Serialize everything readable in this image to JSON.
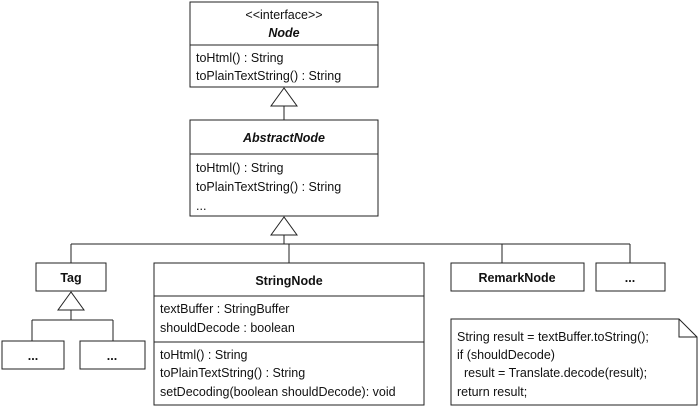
{
  "node": {
    "stereotype": "<<interface>>",
    "name": "Node",
    "methods": [
      "toHtml() : String",
      "toPlainTextString() : String"
    ]
  },
  "abstract_node": {
    "name": "AbstractNode",
    "methods": [
      "toHtml() : String",
      "toPlainTextString() : String",
      "..."
    ]
  },
  "tag": {
    "name": "Tag",
    "subclasses": [
      "...",
      "..."
    ]
  },
  "string_node": {
    "name": "StringNode",
    "attributes": [
      "textBuffer : StringBuffer",
      "shouldDecode : boolean"
    ],
    "methods": [
      "toHtml() : String",
      "toPlainTextString() : String",
      "setDecoding(boolean shouldDecode): void"
    ]
  },
  "remark_node": {
    "name": "RemarkNode"
  },
  "more_subclasses": {
    "name": "..."
  },
  "note": {
    "lines": [
      "String result = textBuffer.toString();",
      "if (shouldDecode)",
      "result = Translate.decode(result);",
      "return result;"
    ]
  }
}
